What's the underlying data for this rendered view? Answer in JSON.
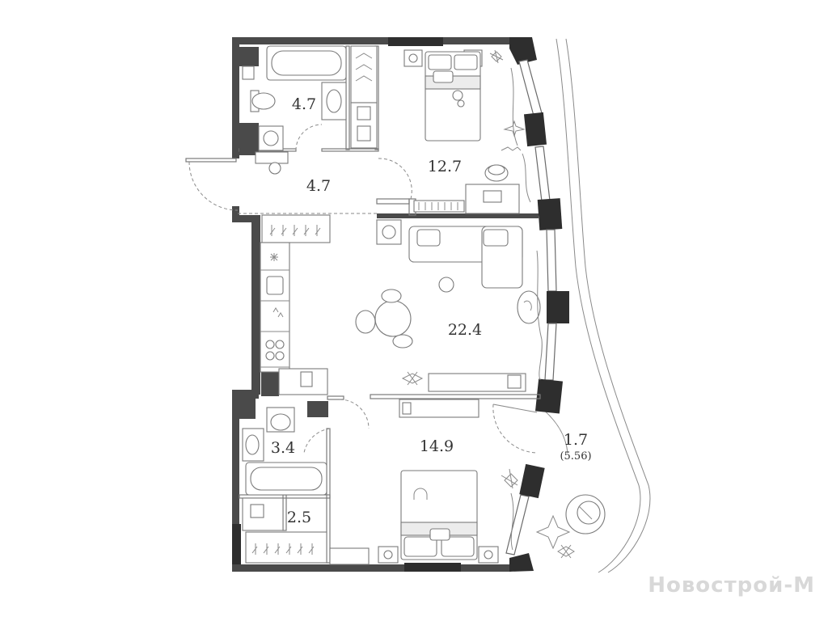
{
  "plan": {
    "rooms": {
      "bath_top": {
        "area": "4.7"
      },
      "bedroom_top": {
        "area": "12.7"
      },
      "hall": {
        "area": "4.7"
      },
      "living": {
        "area": "22.4"
      },
      "bedroom_bottom": {
        "area": "14.9"
      },
      "bath_bottom": {
        "area": "3.4"
      },
      "wardrobe": {
        "area": "2.5"
      },
      "balcony": {
        "area": "1.7",
        "area_full": "(5.56)"
      }
    },
    "watermark": "Новострой-М"
  }
}
